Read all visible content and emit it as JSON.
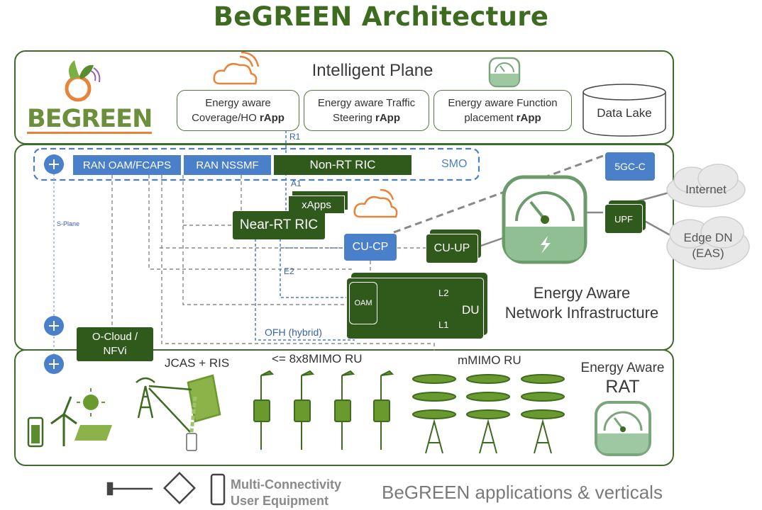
{
  "title": "BeGREEN Architecture",
  "logo": {
    "text": "BEGREEN"
  },
  "intelligent_plane": {
    "label": "Intelligent Plane",
    "rapps": [
      {
        "line1": "Energy aware",
        "line2_pre": "Coverage/HO ",
        "line2_bold": "rApp"
      },
      {
        "line1": "Energy aware Traffic",
        "line2_pre": "Steering ",
        "line2_bold": "rApp"
      },
      {
        "line1": "Energy aware Function",
        "line2_pre": "placement ",
        "line2_bold": "rApp"
      }
    ],
    "data_lake": "Data Lake"
  },
  "interfaces": {
    "r1": "R1",
    "a1": "A1",
    "e2": "E2",
    "ofh": "OFH (hybrid)",
    "s_plane": "S-Plane"
  },
  "smo": {
    "label": "SMO",
    "ran_oam": "RAN OAM/FCAPS",
    "ran_nssmf": "RAN NSSMF",
    "non_rt_ric": "Non-RT RIC"
  },
  "network": {
    "xapps": "xApps",
    "near_rt_ric": "Near-RT RIC",
    "cu_cp": "CU-CP",
    "cu_up": "CU-UP",
    "oam": "OAM",
    "l2": "L2",
    "l1": "L1",
    "du": "DU",
    "fivegc": "5GC-C",
    "upf": "UPF",
    "internet": "Internet",
    "edge_dn_1": "Edge DN",
    "edge_dn_2": "(EAS)",
    "ocloud_1": "O-Cloud /",
    "ocloud_2": "NFVi",
    "energy_infra_1": "Energy Aware",
    "energy_infra_2": "Network Infrastructure"
  },
  "rat": {
    "jcas": "JCAS + RIS",
    "mimo_ru": "<= 8x8MIMO RU",
    "mmimo_ru": "mMIMO RU",
    "energy_rat_1": "Energy Aware",
    "energy_rat_2": "RAT"
  },
  "footer": {
    "mcue_1": "Multi-Connectivity",
    "mcue_2": "User Equipment",
    "apps": "BeGREEN applications & verticals"
  },
  "colors": {
    "dark_green": "#2f5a1c",
    "blue": "#4a7fc9",
    "panel_border": "#3e6a2c"
  }
}
